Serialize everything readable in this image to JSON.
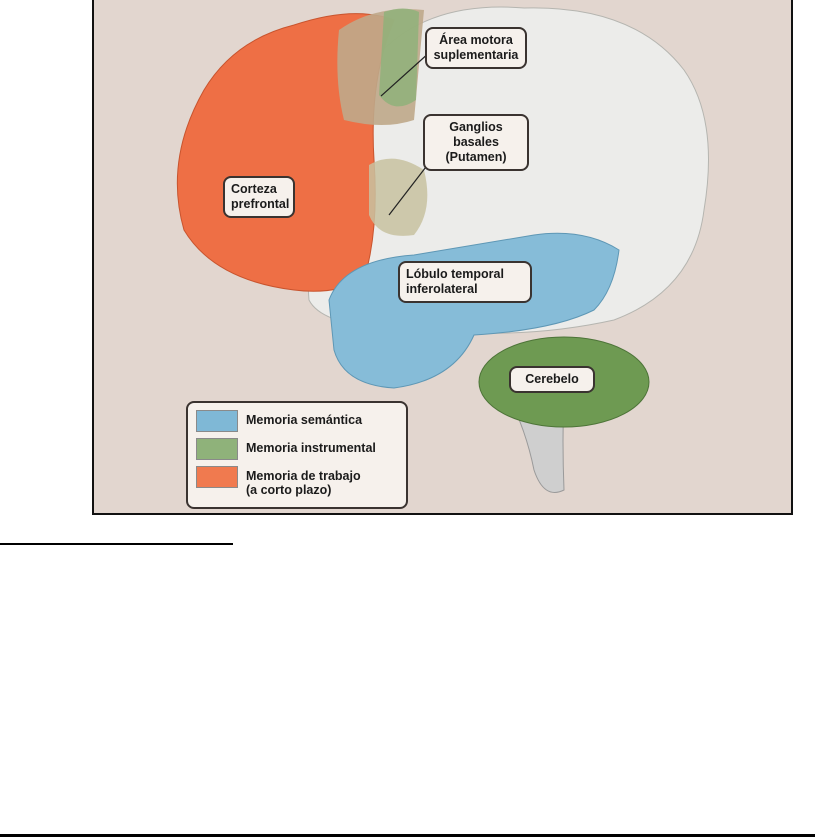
{
  "figure": {
    "labels": {
      "supplementary_motor": [
        "Área motora",
        "suplementaria"
      ],
      "basal_ganglia": [
        "Ganglios basales",
        "(Putamen)"
      ],
      "prefrontal": [
        "Corteza",
        "prefrontal"
      ],
      "temporal": [
        "Lóbulo temporal",
        "inferolateral"
      ],
      "cerebellum": [
        "Cerebelo"
      ]
    },
    "legend": [
      {
        "label": "Memoria semántica",
        "color": "#7fb8d6"
      },
      {
        "label": "Memoria instrumental",
        "color": "#8fb27a"
      },
      {
        "label": "Memoria de trabajo",
        "label2": "(a corto plazo)",
        "color": "#f07a4f"
      }
    ]
  }
}
